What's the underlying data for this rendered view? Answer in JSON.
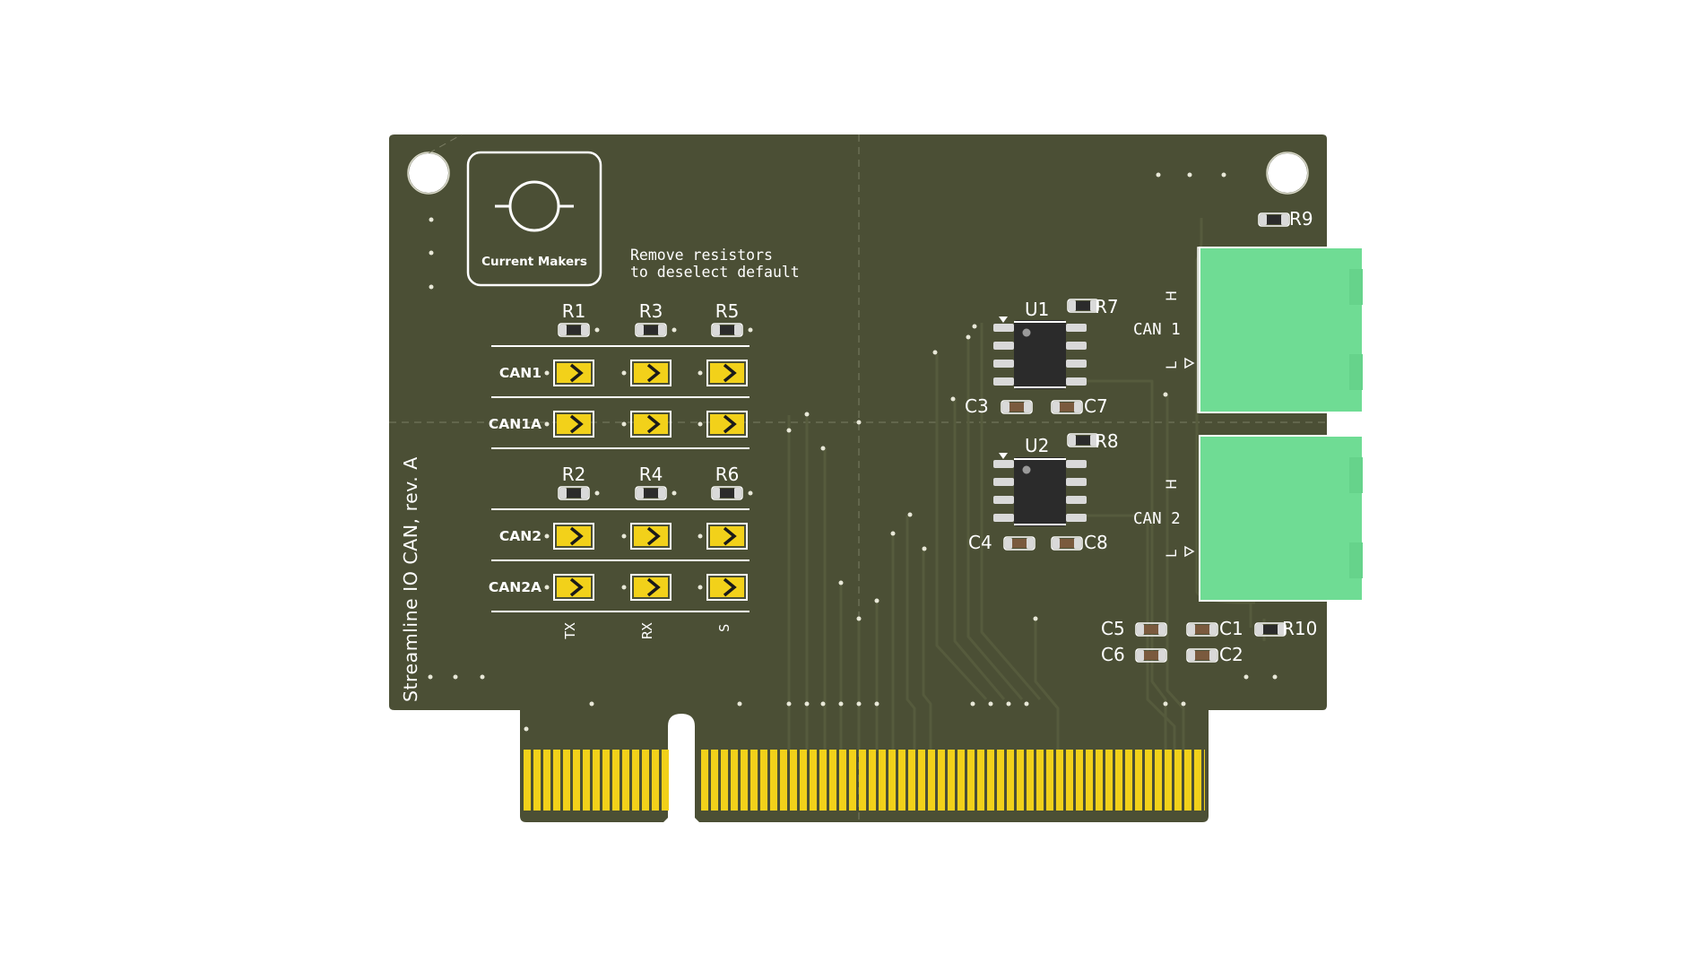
{
  "board": {
    "title": "Streamline IO CAN, rev. A",
    "logo_text": "Current Makers",
    "note_line1": "Remove resistors",
    "note_line2": "to deselect default",
    "colors": {
      "background": "#ffffff",
      "pcb": "#4b4f35",
      "trace": "#565b3d",
      "silkscreen": "#ffffff",
      "gold_pad": "#f2d11a",
      "connector": "#6fdc94",
      "ic": "#2b2b2b"
    }
  },
  "jumper_grid": {
    "upper_resistors": [
      "R1",
      "R3",
      "R5"
    ],
    "lower_resistors": [
      "R2",
      "R4",
      "R6"
    ],
    "row_labels": [
      "CAN1",
      "CAN1A",
      "CAN2",
      "CAN2A"
    ],
    "column_labels": [
      "TX",
      "RX",
      "S"
    ]
  },
  "components": {
    "ic1": "U1",
    "ic2": "U2",
    "r7": "R7",
    "r8": "R8",
    "r9": "R9",
    "r10": "R10",
    "c1": "C1",
    "c2": "C2",
    "c3": "C3",
    "c4": "C4",
    "c5": "C5",
    "c6": "C6",
    "c7": "C7",
    "c8": "C8"
  },
  "connectors": {
    "can1": "CAN 1",
    "can2": "CAN 2",
    "pin_h": "H",
    "pin_l": "L"
  }
}
